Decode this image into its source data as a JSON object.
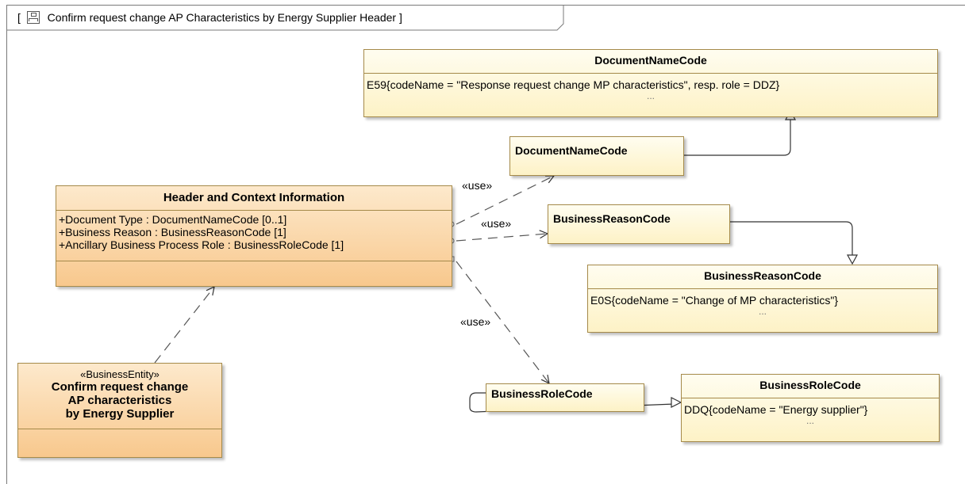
{
  "diagram": {
    "title": "Confirm request change AP Characteristics by Energy Supplier Header",
    "title_open": "[",
    "title_close": "]"
  },
  "doc_name_enum": {
    "name": "DocumentNameCode",
    "literal": "E59{codeName = \"Response request change MP characteristics\", resp. role = DDZ}",
    "more": "..."
  },
  "doc_name_ref": {
    "name": "DocumentNameCode"
  },
  "business_reason_ref": {
    "name": "BusinessReasonCode"
  },
  "business_reason_enum": {
    "name": "BusinessReasonCode",
    "literal": "E0S{codeName = \"Change of MP characteristics\"}",
    "more": "..."
  },
  "header_class": {
    "name": "Header and Context Information",
    "attributes": [
      "+Document Type : DocumentNameCode [0..1]",
      "+Business Reason : BusinessReasonCode [1]",
      "+Ancillary Business Process Role : BusinessRoleCode [1]"
    ]
  },
  "business_entity": {
    "stereotype": "«BusinessEntity»",
    "name_lines": [
      "Confirm request change",
      "AP characteristics",
      "by Energy Supplier"
    ]
  },
  "business_role_ref": {
    "name": "BusinessRoleCode"
  },
  "business_role_enum": {
    "name": "BusinessRoleCode",
    "literal": "DDQ{codeName = \"Energy supplier\"}",
    "more": "..."
  },
  "dependency_labels": {
    "use1": "«use»",
    "use2": "«use»",
    "use3": "«use»"
  }
}
